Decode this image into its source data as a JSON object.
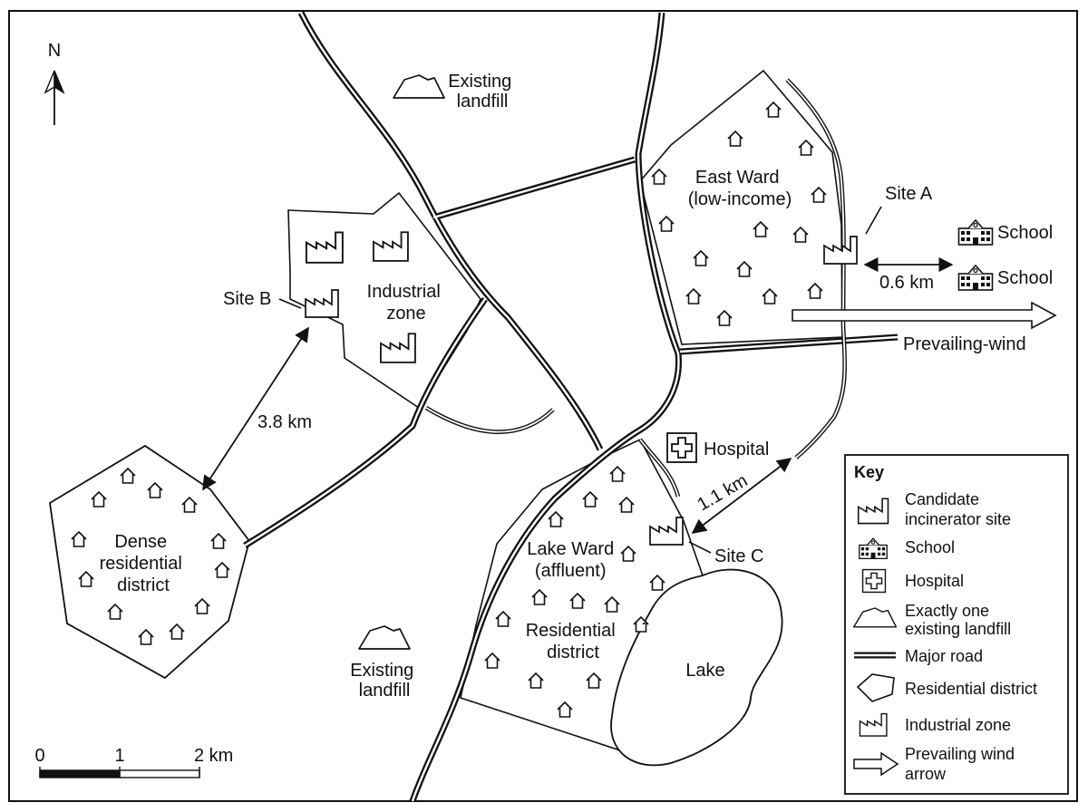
{
  "colors": {
    "ink": "#111111",
    "paper": "#ffffff"
  },
  "north": {
    "letter": "N"
  },
  "map_labels": {
    "landfill_north": [
      "Existing",
      "landfill"
    ],
    "landfill_south": [
      "Existing",
      "landfill"
    ],
    "east_ward": [
      "East Ward",
      "(low-income)"
    ],
    "industrial_zone": [
      "Industrial",
      "zone"
    ],
    "dense_district": [
      "Dense",
      "residential",
      "district"
    ],
    "lake_ward": [
      "Lake Ward",
      "(affluent)",
      "Residential",
      "district"
    ],
    "lake": "Lake",
    "hospital": "Hospital",
    "school_1": "School",
    "school_2": "School",
    "site_a": "Site A",
    "site_b": "Site B",
    "site_c": "Site C",
    "prevailing_wind": "Prevailing-wind"
  },
  "distances": {
    "site_a_school": "0.6 km",
    "site_b_dense": "3.8 km",
    "site_c_east": "1.1 km"
  },
  "scale_bar": {
    "ticks": [
      "0",
      "1",
      "2 km"
    ]
  },
  "key": {
    "title": "Key",
    "items": [
      {
        "icon": "factory-icon",
        "lines": [
          "Candidate",
          "incinerator site"
        ]
      },
      {
        "icon": "school-icon",
        "lines": [
          "School"
        ]
      },
      {
        "icon": "hospital-icon",
        "lines": [
          "Hospital"
        ]
      },
      {
        "icon": "landfill-icon",
        "lines": [
          "Exactly one",
          "existing landfill"
        ]
      },
      {
        "icon": "major-road-icon",
        "lines": [
          "Major road"
        ]
      },
      {
        "icon": "residential-district-icon",
        "lines": [
          "Residential district"
        ]
      },
      {
        "icon": "factory-icon",
        "lines": [
          "Industrial zone"
        ]
      },
      {
        "icon": "wind-arrow-icon",
        "lines": [
          "Prevailing wind",
          "arrow"
        ]
      }
    ]
  }
}
